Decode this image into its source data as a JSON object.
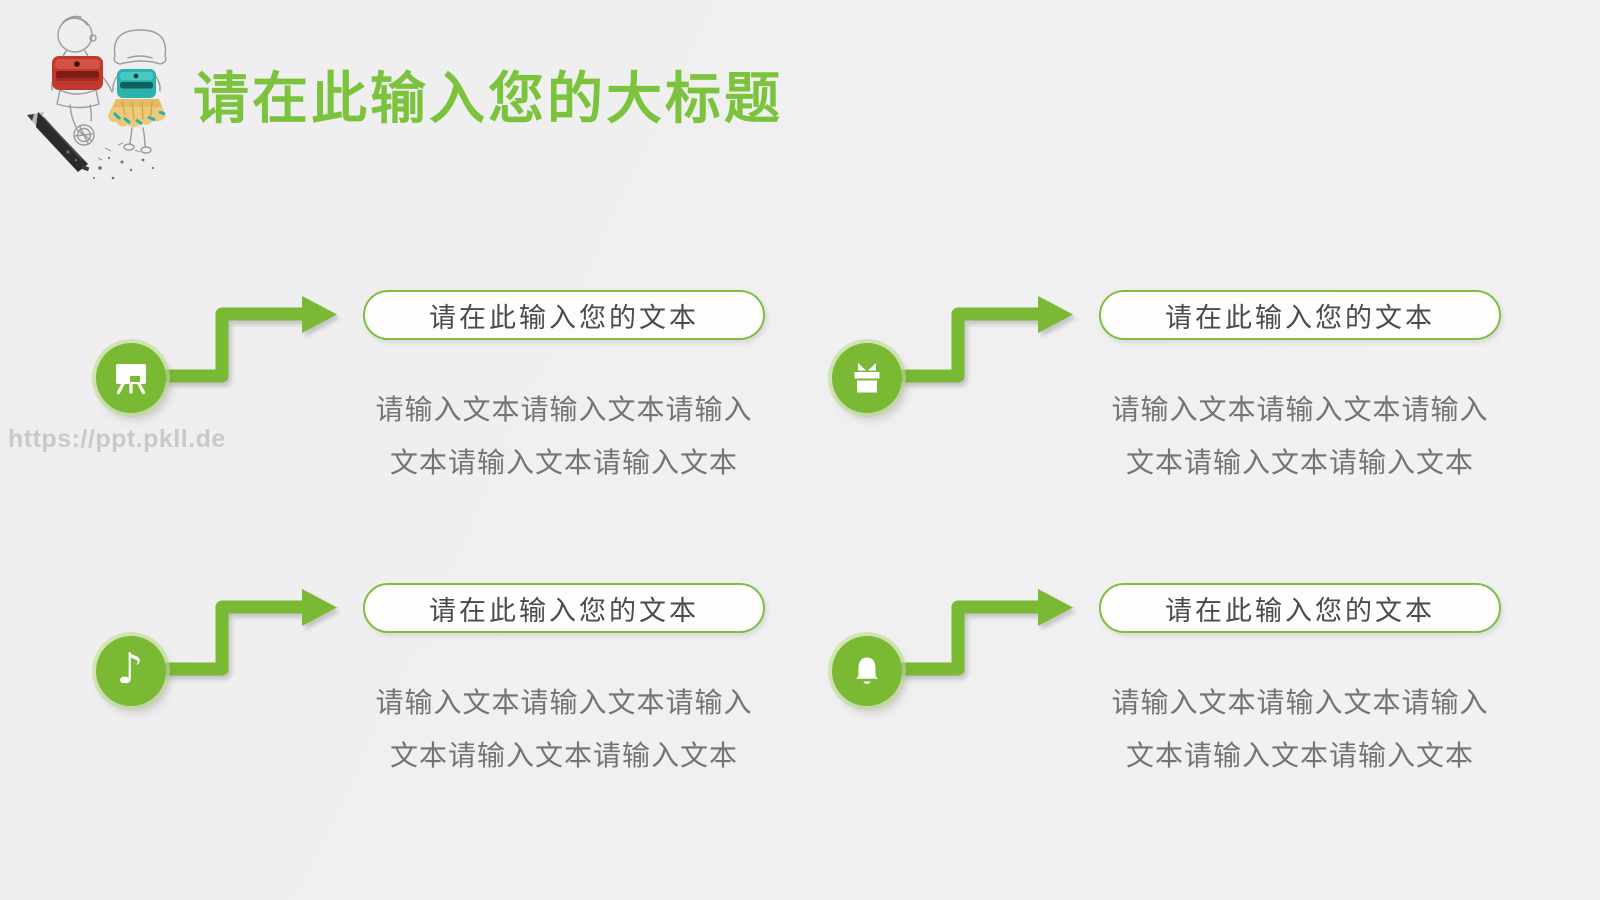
{
  "header": {
    "title": "请在此输入您的大标题"
  },
  "watermark": {
    "text": "https://ppt.pkll.de"
  },
  "colors": {
    "accent_green": "#79b933",
    "title_green": "#7cc33d",
    "pill_border_green": "#7dbf3e",
    "pill_text_gray": "#4b4b4b",
    "body_text_gray": "#747474",
    "watermark_gray": "#c9c9c9",
    "background": "#f0eff0",
    "backpack_red": "#c0392f",
    "backpack_teal": "#2ab3ae",
    "shaving_yellow": "#ecc878"
  },
  "illustration": {
    "description": "pencil-sketch boy and girl wearing sharpener backpacks with pencil and shavings"
  },
  "blocks": [
    {
      "icon": "easel",
      "pill_label": "请在此输入您的文本",
      "body_line1": "请输入文本请输入文本请输入",
      "body_line2": "文本请输入文本请输入文本"
    },
    {
      "icon": "gift",
      "pill_label": "请在此输入您的文本",
      "body_line1": "请输入文本请输入文本请输入",
      "body_line2": "文本请输入文本请输入文本"
    },
    {
      "icon": "music-note",
      "glyph": "♪",
      "pill_label": "请在此输入您的文本",
      "body_line1": "请输入文本请输入文本请输入",
      "body_line2": "文本请输入文本请输入文本"
    },
    {
      "icon": "bell",
      "pill_label": "请在此输入您的文本",
      "body_line1": "请输入文本请输入文本请输入",
      "body_line2": "文本请输入文本请输入文本"
    }
  ]
}
